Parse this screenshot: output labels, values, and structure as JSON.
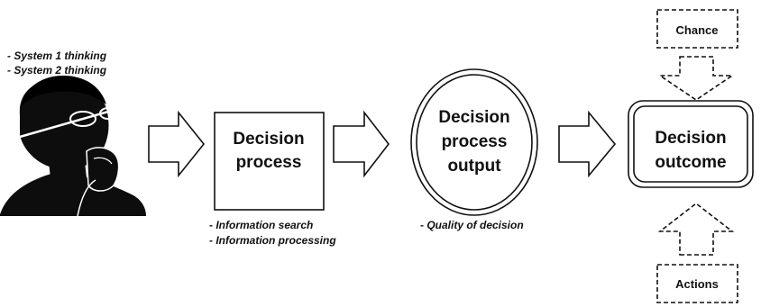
{
  "thinking_notes": [
    "- System 1 thinking",
    "- System 2 thinking"
  ],
  "decision_process": {
    "line1": "Decision",
    "line2": "process"
  },
  "process_output": {
    "line1": "Decision",
    "line2": "process",
    "line3": "output"
  },
  "outcome": {
    "line1": "Decision",
    "line2": "outcome"
  },
  "chance": "Chance",
  "actions": "Actions",
  "process_notes": [
    "- Information search",
    "- Information processing"
  ],
  "output_notes": [
    "- Quality of decision"
  ],
  "icons": {
    "person": "thinking-person-silhouette",
    "flow_arrow": "hollow-right-arrow",
    "influence_arrow": "dashed-hollow-arrow"
  },
  "colors": {
    "ink": "#111111",
    "background": "#ffffff"
  }
}
